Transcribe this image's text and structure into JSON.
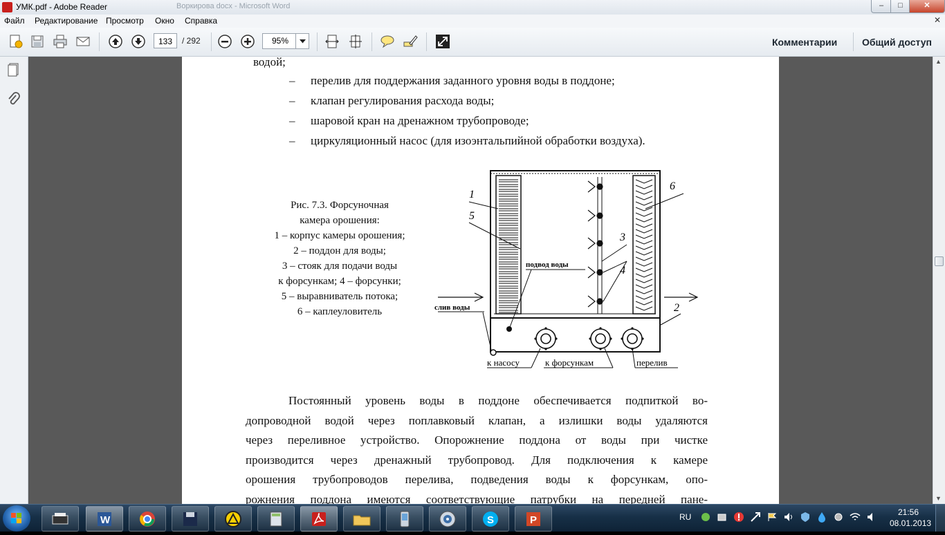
{
  "window": {
    "title": "УМК.pdf - Adobe Reader",
    "ghost_tabs": [
      "Воркирова dоcx - Microsoft Word",
      ""
    ],
    "min_label": "‒",
    "max_label": "□",
    "close_label": "✕"
  },
  "menu": {
    "items": [
      "Файл",
      "Редактирование",
      "Просмотр",
      "Окно",
      "Справка"
    ],
    "close_doc": "✕"
  },
  "toolbar": {
    "page_current": "133",
    "page_total": "/ 292",
    "zoom": "95%",
    "comments_label": "Комментарии",
    "share_label": "Общий доступ"
  },
  "document": {
    "top_fragment": "водой;",
    "bullets": [
      "перелив для поддержания заданного уровня воды в поддоне;",
      "клапан регулирования расхода воды;",
      "шаровой кран на дренажном трубопроводе;",
      "циркуляционный насос (для изоэнтальпийной обработки воздуха)."
    ],
    "bullet_marker": "–",
    "caption": [
      "Рис. 7.3. Форсуночная",
      "камера орошения:",
      "1 – корпус камеры орошения;",
      "2 – поддон для воды;",
      "3 – стояк для подачи воды",
      "к форсункам; 4 – форсунки;",
      "5 – выравниватель потока;",
      "6 – каплеуловитель"
    ],
    "figure_labels": {
      "n1": "1",
      "n2": "2",
      "n3": "3",
      "n4": "4",
      "n5": "5",
      "n6": "6",
      "water_in": "подвод воды",
      "drain": "слив воды",
      "to_pump": "к насосу",
      "to_nozzles": "к форсункам",
      "overflow": "перелив"
    },
    "paragraph_lines": [
      "Постоянный уровень воды в поддоне обеспечивается подпиткой во-",
      "допроводной водой через поплавковый клапан, а излишки воды удаляются",
      "через переливное устройство. Опорожнение поддона от воды при чистке",
      "производится через дренажный трубопровод. Для подключения к камере",
      "орошения трубопроводов перелива, подведения воды к форсункам, опо-",
      "рожнения поддона имеются соответствующие патрубки на передней пане-"
    ]
  },
  "taskbar": {
    "lang": "RU",
    "time": "21:56",
    "date": "08.01.2013"
  },
  "colors": {
    "accent_red": "#c8201d",
    "taskbar": "#173047",
    "viewer_bg": "#595959"
  }
}
